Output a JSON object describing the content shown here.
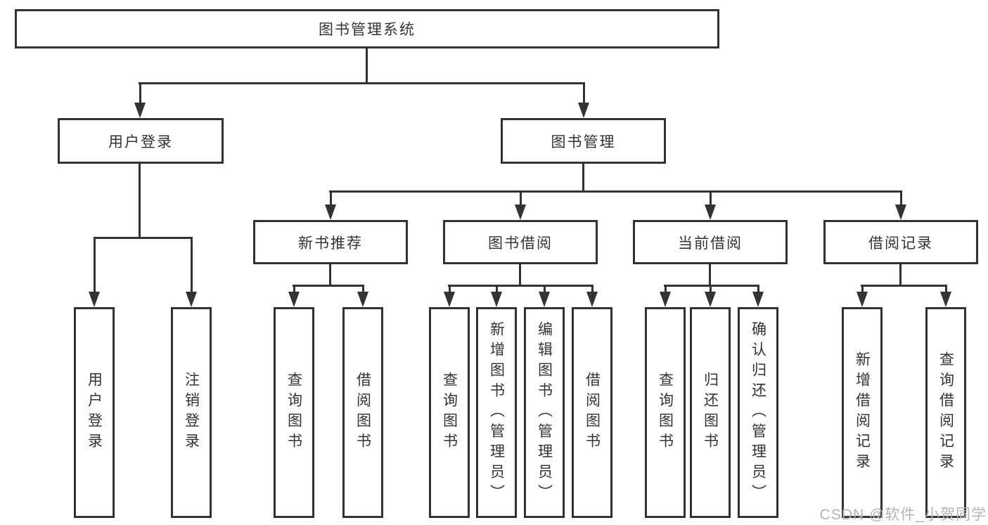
{
  "diagram": {
    "watermark": "CSDN @软件_小贺同学",
    "colors": {
      "line": "#333333",
      "text": "#333333",
      "background": "#ffffff",
      "watermark": "#b3b3b3"
    },
    "tree": {
      "label": "图书管理系统",
      "children": [
        {
          "label": "用户登录",
          "children": [
            {
              "label": "用户登录"
            },
            {
              "label": "注销登录"
            }
          ]
        },
        {
          "label": "图书管理",
          "children": [
            {
              "label": "新书推荐",
              "children": [
                {
                  "label": "查询图书"
                },
                {
                  "label": "借阅图书"
                }
              ]
            },
            {
              "label": "图书借阅",
              "children": [
                {
                  "label": "查询图书"
                },
                {
                  "label": "新增图书（管理员）"
                },
                {
                  "label": "编辑图书（管理员）"
                },
                {
                  "label": "借阅图书"
                }
              ]
            },
            {
              "label": "当前借阅",
              "children": [
                {
                  "label": "查询图书"
                },
                {
                  "label": "归还图书"
                },
                {
                  "label": "确认归还（管理员）"
                }
              ]
            },
            {
              "label": "借阅记录",
              "children": [
                {
                  "label": "新增借阅记录"
                },
                {
                  "label": "查询借阅记录"
                }
              ]
            }
          ]
        }
      ]
    }
  }
}
